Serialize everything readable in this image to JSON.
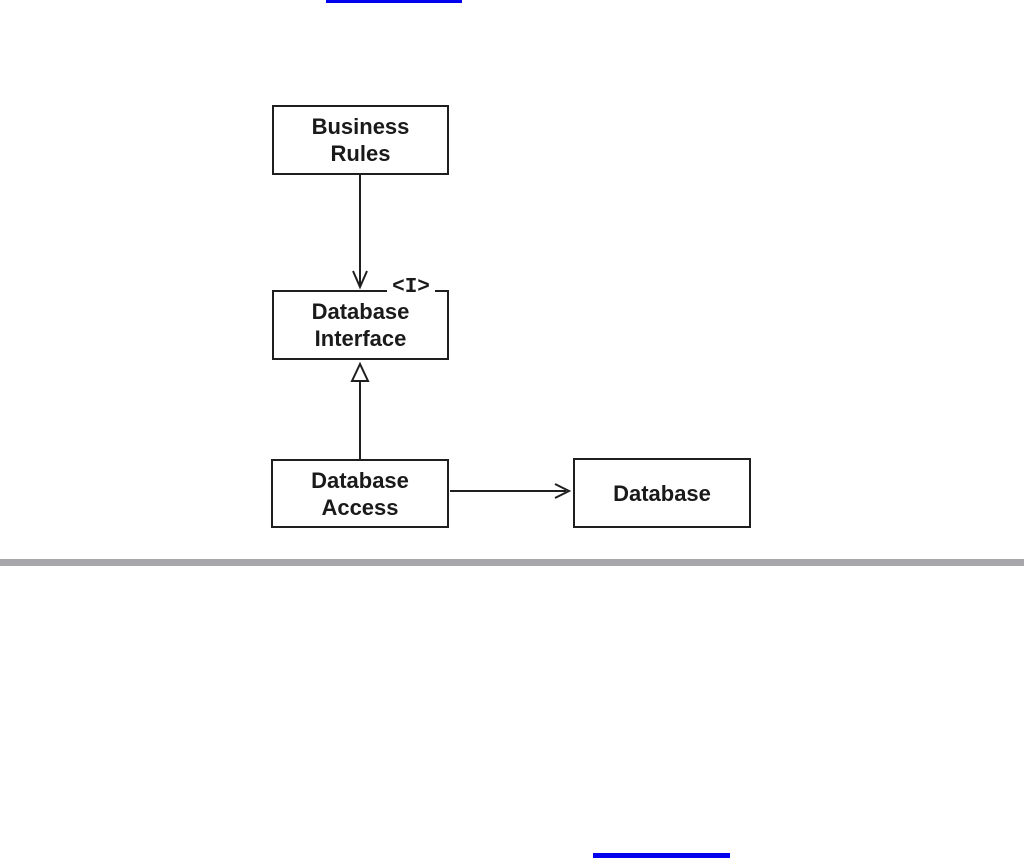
{
  "colors": {
    "line": "#1f1f1f",
    "text": "#1a1a1a",
    "box_fill": "#ffffff",
    "divider": "#a8a8ac",
    "link": "#0000ee",
    "background": "#ffffff"
  },
  "diagram": {
    "nodes": [
      {
        "id": "business-rules",
        "label_lines": [
          "Business",
          "Rules"
        ]
      },
      {
        "id": "database-interface",
        "label_lines": [
          "Database",
          "Interface"
        ],
        "stereotype": "<I>"
      },
      {
        "id": "database-access",
        "label_lines": [
          "Database",
          "Access"
        ]
      },
      {
        "id": "database",
        "label_lines": [
          "Database"
        ]
      }
    ],
    "edges": [
      {
        "from": "business-rules",
        "to": "database-interface",
        "style": "open-arrow",
        "direction": "down"
      },
      {
        "from": "database-access",
        "to": "database-interface",
        "style": "hollow-triangle-realization",
        "direction": "up"
      },
      {
        "from": "database-access",
        "to": "database",
        "style": "open-arrow",
        "direction": "right"
      }
    ]
  }
}
